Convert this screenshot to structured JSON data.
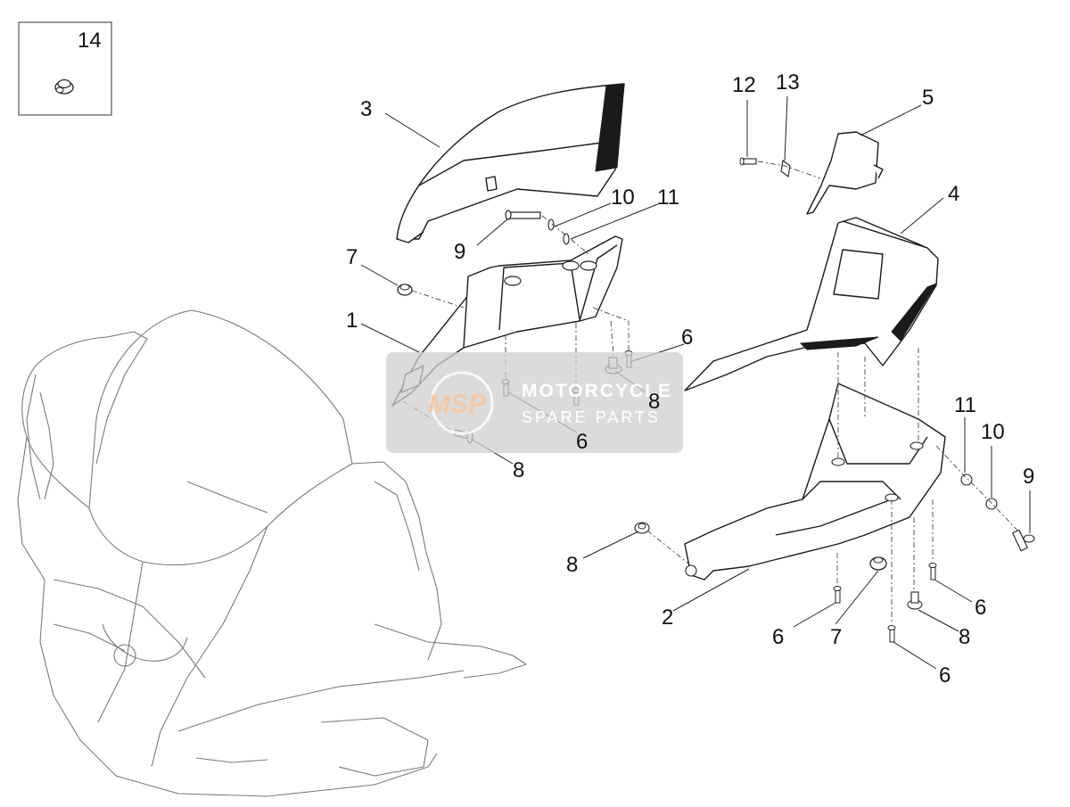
{
  "diagram": {
    "inset_label": "14",
    "callouts": [
      {
        "id": "c1",
        "text": "1"
      },
      {
        "id": "c2",
        "text": "2"
      },
      {
        "id": "c3",
        "text": "3"
      },
      {
        "id": "c4",
        "text": "4"
      },
      {
        "id": "c5",
        "text": "5"
      },
      {
        "id": "c6a",
        "text": "6"
      },
      {
        "id": "c6b",
        "text": "6"
      },
      {
        "id": "c6c",
        "text": "6"
      },
      {
        "id": "c6d",
        "text": "6"
      },
      {
        "id": "c6e",
        "text": "6"
      },
      {
        "id": "c7a",
        "text": "7"
      },
      {
        "id": "c7b",
        "text": "7"
      },
      {
        "id": "c8a",
        "text": "8"
      },
      {
        "id": "c8b",
        "text": "8"
      },
      {
        "id": "c8c",
        "text": "8"
      },
      {
        "id": "c8d",
        "text": "8"
      },
      {
        "id": "c9a",
        "text": "9"
      },
      {
        "id": "c9b",
        "text": "9"
      },
      {
        "id": "c10a",
        "text": "10"
      },
      {
        "id": "c10b",
        "text": "10"
      },
      {
        "id": "c11a",
        "text": "11"
      },
      {
        "id": "c11b",
        "text": "11"
      },
      {
        "id": "c12",
        "text": "12"
      },
      {
        "id": "c13",
        "text": "13"
      }
    ]
  },
  "watermark": {
    "logo_text": "MSP",
    "title": "MOTORCYCLE",
    "subtitle": "SPARE PARTS"
  }
}
